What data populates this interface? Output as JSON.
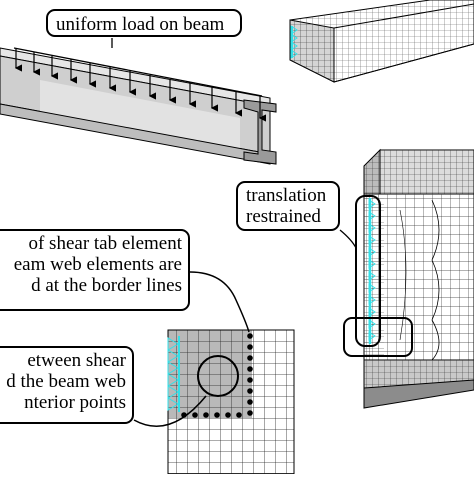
{
  "figure": {
    "label_load": "uniform load on beam",
    "label_restrained": [
      "translation",
      "restrained"
    ],
    "label_border": [
      "of shear tab element",
      "eam web elements are",
      "d at the border lines"
    ],
    "label_interior": [
      "etween shear",
      "d the beam web",
      "nterior points"
    ]
  },
  "colors": {
    "mesh": "#333333",
    "steel_light": "#d9d9d9",
    "steel_mid": "#bdbdbd",
    "steel_dark": "#8c8c8c",
    "restraint": "#33e0e8",
    "outline": "#000000"
  },
  "icons": [
    "load-arrow-icon",
    "restraint-triangle-icon",
    "node-dot-icon"
  ]
}
